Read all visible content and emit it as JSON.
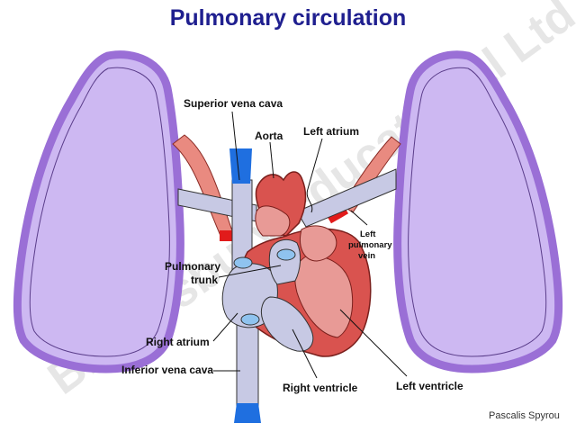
{
  "title": "Pulmonary circulation",
  "labels": {
    "superior_vena_cava": "Superior vena cava",
    "aorta": "Aorta",
    "left_atrium": "Left atrium",
    "left_pulmonary_vein_line1": "Left",
    "left_pulmonary_vein_line2": "pulmonary",
    "left_pulmonary_vein_line3": "vein",
    "pulmonary_trunk_line1": "Pulmonary",
    "pulmonary_trunk_line2": "trunk",
    "right_atrium": "Right atrium",
    "inferior_vena_cava": "Inferior vena cava",
    "right_ventricle": "Right ventricle",
    "left_ventricle": "Left ventricle"
  },
  "credit": "Pascalis Spyrou",
  "watermark": "Bloomsbury Educational Ltd",
  "colors": {
    "title": "#1f1f8f",
    "lung_fill": "#cdb8f2",
    "lung_outline": "#9a6fd6",
    "heart_muscle": "#d9534f",
    "heart_chamber": "#e89a96",
    "deoxygenated_vessel": "#c7c9e4",
    "oxygenated_vessel": "#e98a80",
    "vessel_end_blue": "#1f6fe0",
    "vessel_end_red": "#e11b1b"
  }
}
